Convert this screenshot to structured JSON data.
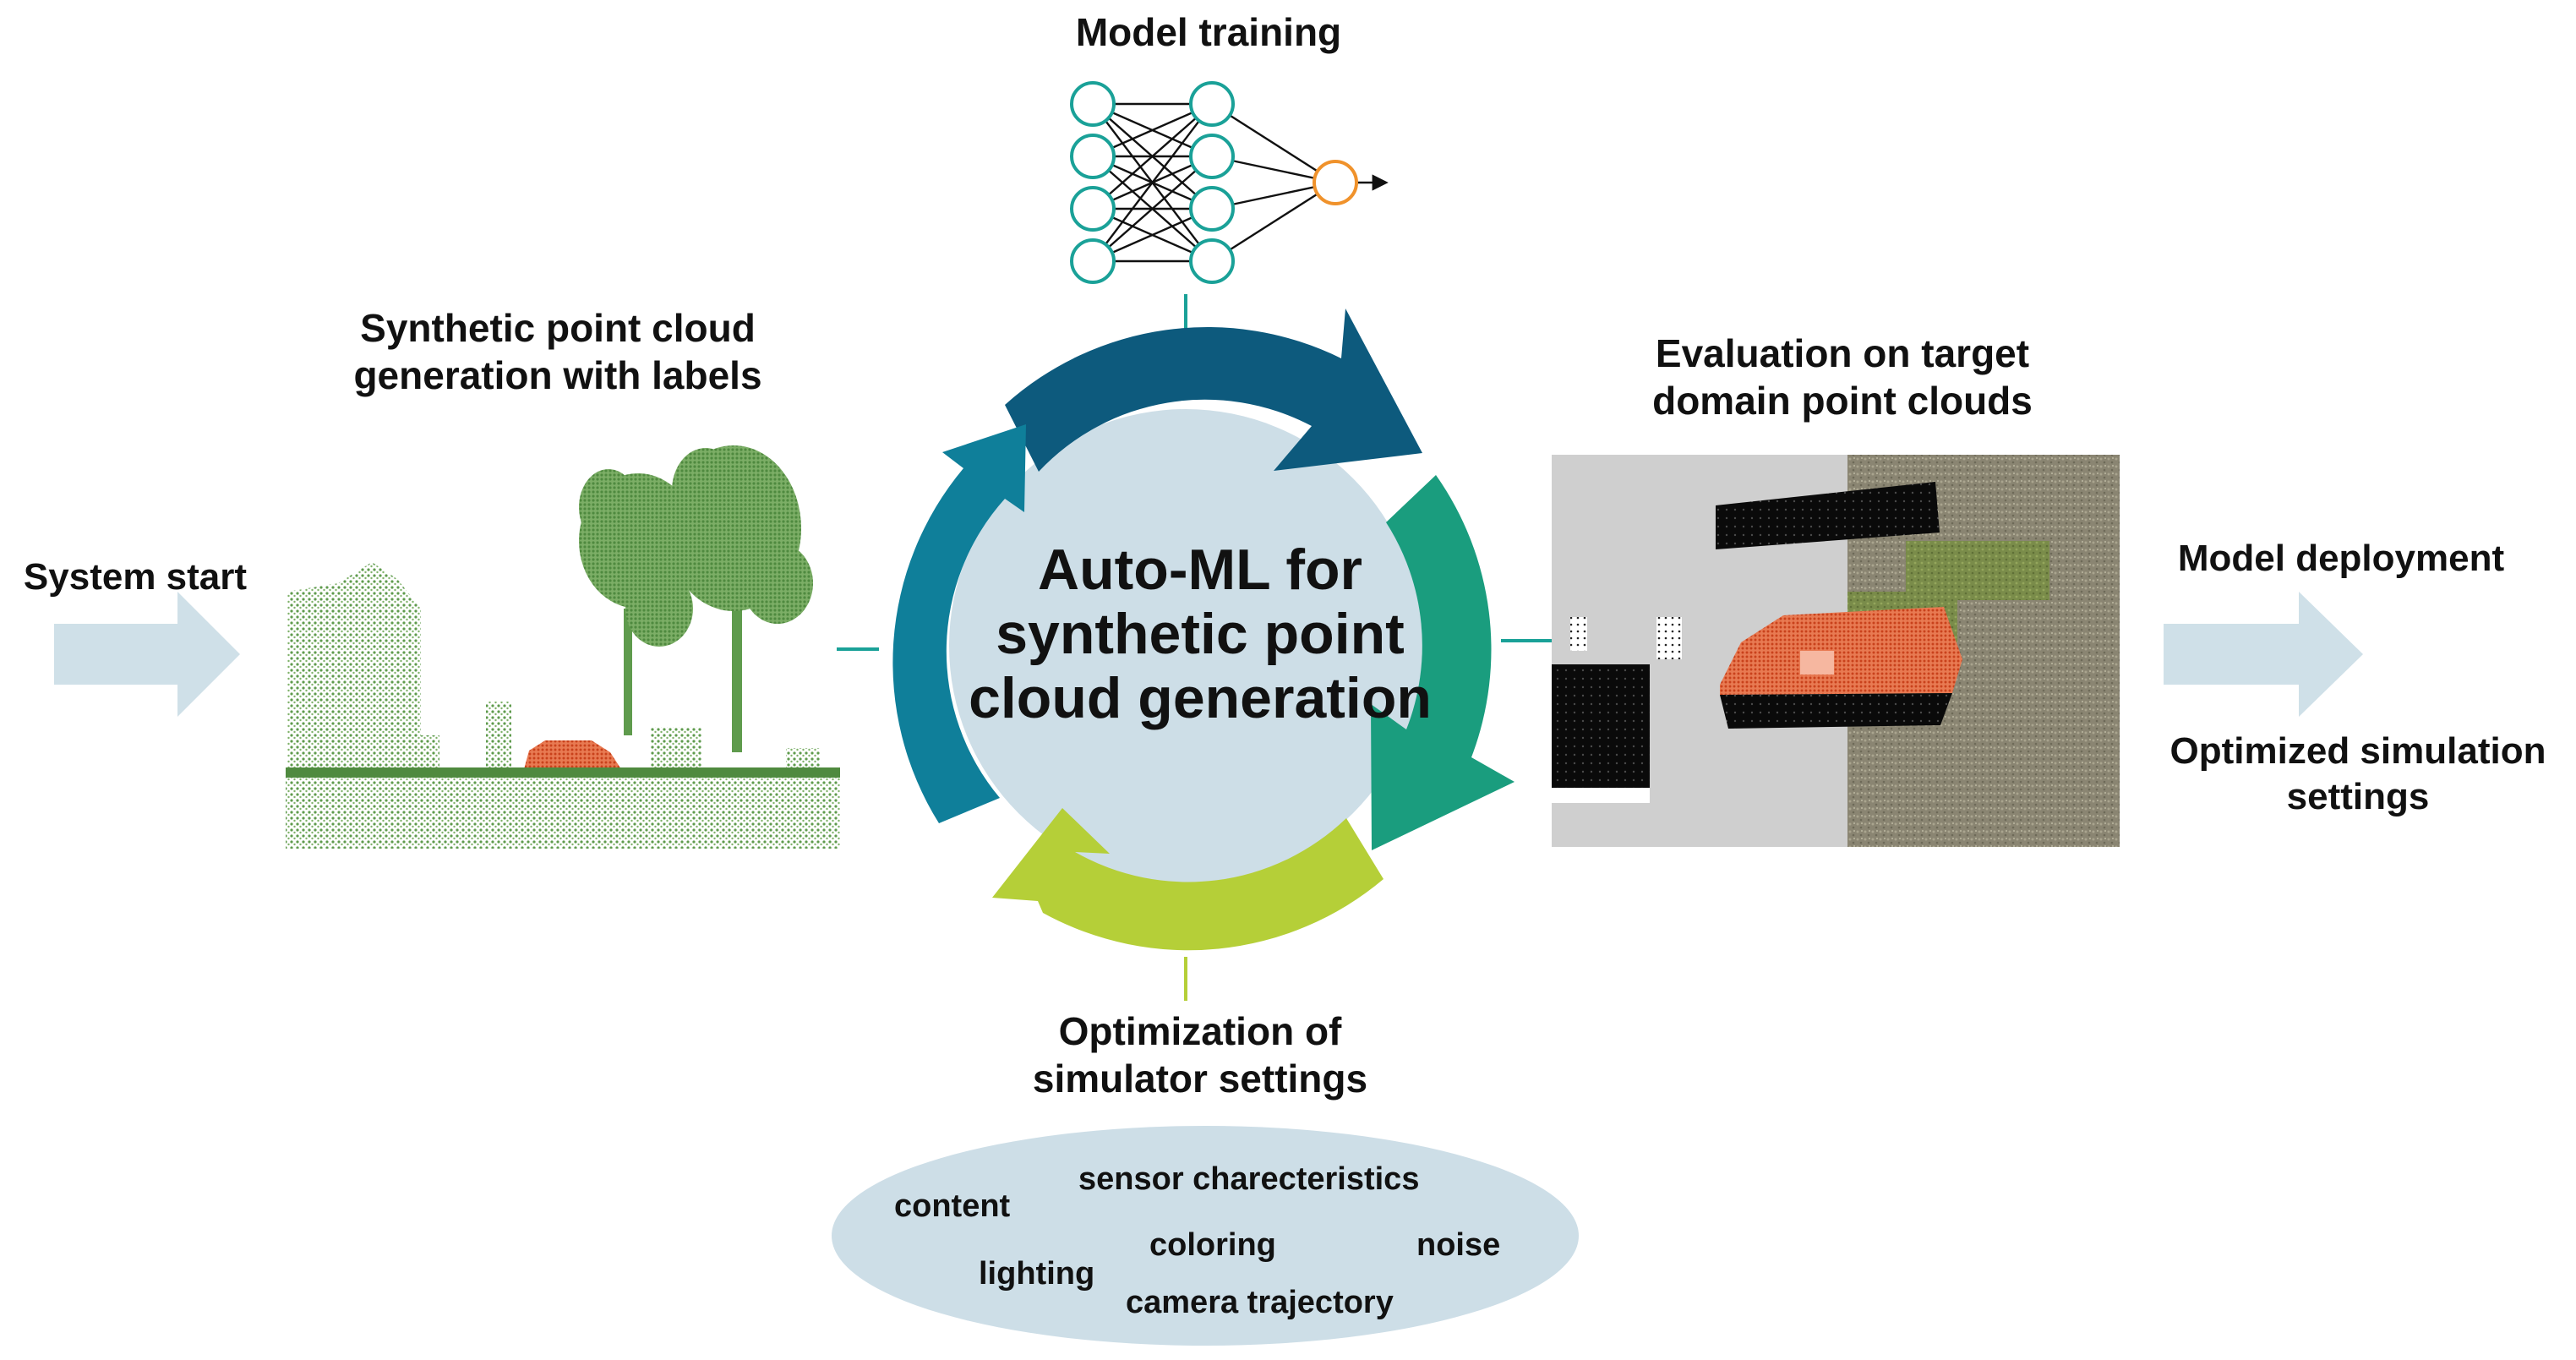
{
  "center": {
    "line1": "Auto-ML for",
    "line2": "synthetic point",
    "line3": "cloud generation"
  },
  "nodes": {
    "model_training": "Model training",
    "synthetic_generation": {
      "line1": "Synthetic point cloud",
      "line2": "generation with labels"
    },
    "evaluation": {
      "line1": "Evaluation on target",
      "line2": "domain point clouds"
    },
    "optimization": {
      "line1": "Optimization of",
      "line2": "simulator settings"
    },
    "system_start": "System start",
    "model_deployment": "Model deployment",
    "optimized_settings": {
      "line1": "Optimized simulation",
      "line2": "settings"
    }
  },
  "settings_keywords": {
    "content": "content",
    "sensor": "sensor charecteristics",
    "coloring": "coloring",
    "noise": "noise",
    "lighting": "lighting",
    "camera": "camera trajectory"
  },
  "colors": {
    "arrow_top": "#0d5a7d",
    "arrow_right": "#1a9d7e",
    "arrow_bottom": "#b5cf38",
    "arrow_left": "#0f7f9a",
    "center_fill": "#cddee7",
    "flow_arrow": "#cfe0e8",
    "oval_fill": "#cddee7",
    "node_teal": "#1aa198",
    "node_orange": "#f0922b",
    "point_green": "#5f9b4d",
    "car_orange": "#e0562a"
  },
  "icons": {
    "network": "neural-network-icon",
    "cloud": "point-cloud-scene-image",
    "eval": "evaluation-scene-image"
  }
}
